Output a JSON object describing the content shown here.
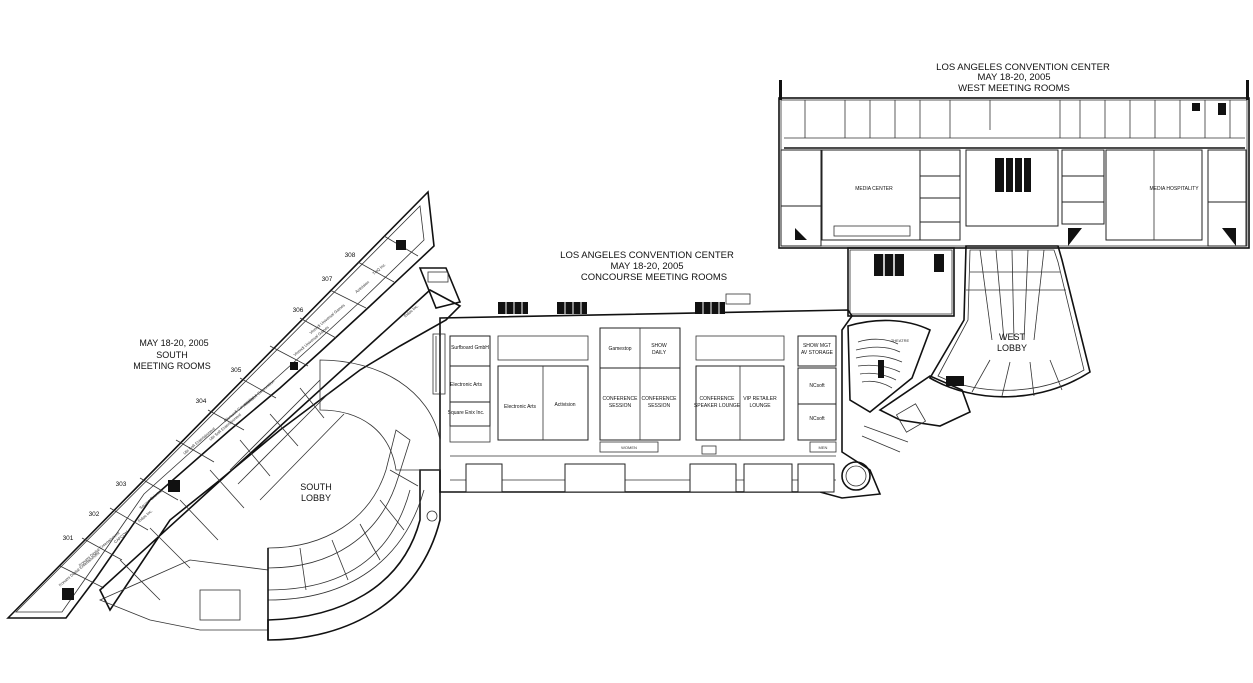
{
  "west": {
    "title_line1": "LOS ANGELES CONVENTION CENTER",
    "title_line2": "MAY 18-20, 2005",
    "title_line3": "WEST MEETING ROOMS",
    "rooms": {
      "media_center": "MEDIA CENTER",
      "media_hospitality": "MEDIA HOSPITALITY",
      "west_lobby_1": "WEST",
      "west_lobby_2": "LOBBY"
    }
  },
  "concourse": {
    "title_line1": "LOS ANGELES CONVENTION CENTER",
    "title_line2": "MAY 18-20, 2005",
    "title_line3": "CONCOURSE MEETING ROOMS",
    "rooms": {
      "surfboard": "Surfboard GmbH",
      "ea_small": "Electronic Arts",
      "square_enix": "Square Enix Inc.",
      "ea_large": "Electronic Arts",
      "activision": "Activision",
      "gamestop": "Gamestop",
      "show_daily_1": "SHOW",
      "show_daily_2": "DAILY",
      "conf_session_a_1": "CONFERENCE",
      "conf_session_a_2": "SESSION",
      "conf_session_b_1": "CONFERENCE",
      "conf_session_b_2": "SESSION",
      "speaker_lounge_1": "CONFERENCE",
      "speaker_lounge_2": "SPEAKER LOUNGE",
      "vip_lounge_1": "VIP RETAILER",
      "vip_lounge_2": "LOUNGE",
      "av_storage_1": "SHOW MGT",
      "av_storage_2": "AV STORAGE",
      "ncsoft_1": "NCsoft",
      "ncsoft_2": "NCsoft",
      "theatre": "THEATRE",
      "women": "WOMEN",
      "men": "MEN"
    }
  },
  "south": {
    "title_line1": "MAY 18-20, 2005",
    "title_line2": "SOUTH",
    "title_line3": "MEETING ROOMS",
    "lobby_1": "SOUTH",
    "lobby_2": "LOBBY",
    "room_numbers": [
      "301",
      "302",
      "303",
      "304",
      "305",
      "306",
      "307",
      "308"
    ],
    "rooms": {
      "thq": "THQ Inc.",
      "activision": "Activision",
      "vivendi_1": "Vivendi Universal Games",
      "vivendi_2": "Vivendi Universal Games",
      "eidos": "Eidos Inc.",
      "microsoft_1": "Microsoft Corporation",
      "microsoft_2": "Microsoft Corporation",
      "ubisoft_1": "Ubi Soft Entertainment",
      "ubisoft_2": "Ubi Soft Entertainment",
      "square_enix": "Square Enix Inc.",
      "eidos_2": "Eidos Inc.",
      "capcom": "CAPCOM",
      "konami_1": "Konami Digital Entertainment",
      "konami_2": "Konami Digital Entertainment"
    }
  }
}
